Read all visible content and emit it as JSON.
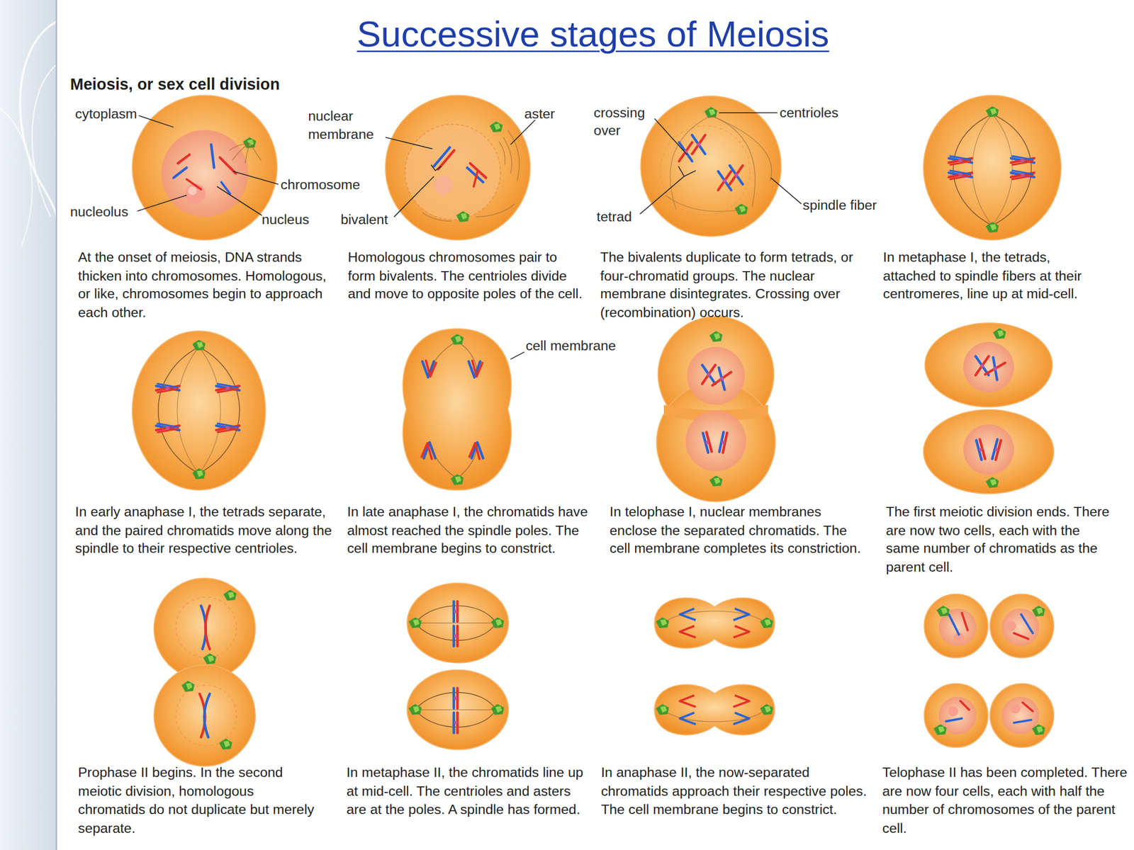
{
  "diagram": {
    "title": "Successive stages of Meiosis",
    "labels": [
      "Meiosis, or sex cell division",
      "cytoplasm",
      "nuclear membrane",
      "aster",
      "crossing over",
      "centrioles",
      "chromosome",
      "spindle fiber",
      "nucleolus",
      "nucleus",
      "bivalent",
      "tetrad",
      "At the onset of meiosis, DNA strands thicken into chromosomes. Homologous, or like, chromosomes begin to approach each other.",
      "Homologous chromosomes pair to form bivalents. The centrioles divide and move to opposite poles of the cell.",
      "The bivalents duplicate to form tetrads, or four-chromatid groups. The nuclear membrane disintegrates. Crossing over (recombination) occurs.",
      "In metaphase I, the tetrads, attached to spindle fibers at their centromeres, line up at mid-cell.",
      "cell membrane",
      "In early anaphase I, the tetrads separate, and the paired chromatids move along the spindle to their respective centrioles.",
      "In late anaphase I, the chromatids have almost reached the spindle poles. The cell membrane begins to constrict.",
      "In telophase I, nuclear membranes enclose the separated chromatids. The cell membrane completes its constriction.",
      "The first meiotic division ends. There are now two cells, each with the same number of chromatids as the parent cell.",
      "Prophase II begins. In the second meiotic division, homologous chromatids do not duplicate but merely separate.",
      "In metaphase II, the chromatids line up at mid-cell. The centrioles and asters are at the poles. A spindle has formed.",
      "In anaphase II, the now-separated chromatids approach their respective poles. The cell membrane begins to constrict.",
      "Telophase II has been completed. There are now four cells, each with half the number of chromosomes of the parent cell."
    ]
  }
}
